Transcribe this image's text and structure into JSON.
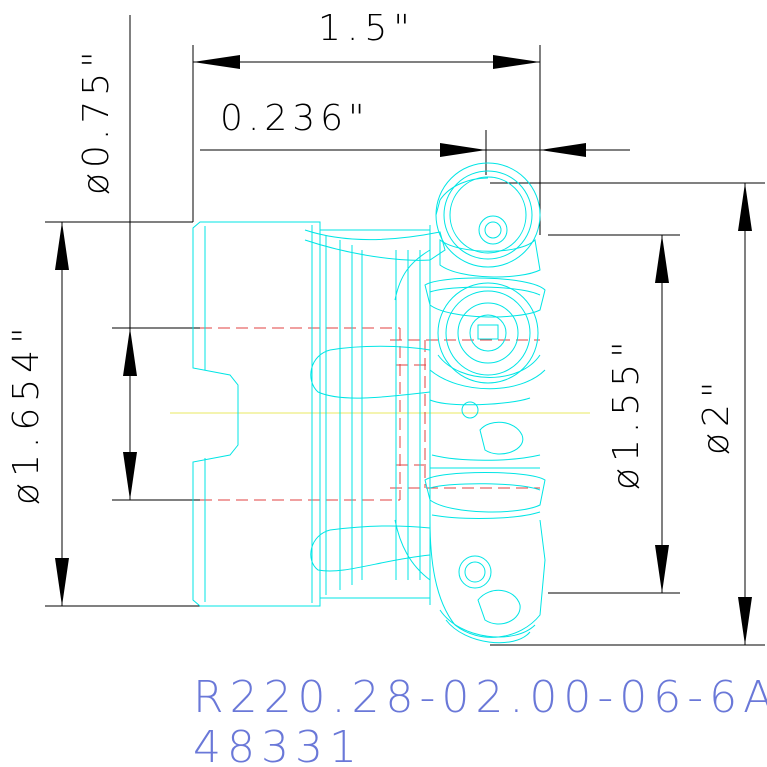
{
  "dimensions": {
    "length": "1.5\"",
    "offset": "0.236\"",
    "shank_diameter": "ø0.75\"",
    "body_diameter": "ø1.654\"",
    "inner_diameter": "ø1.55\"",
    "cutting_diameter": "ø2\""
  },
  "part": {
    "code": "R220.28-02.00-06-6A",
    "id": "48331"
  },
  "colors": {
    "outline": "#00e5e5",
    "dimension": "#000000",
    "hidden": "#e04040",
    "centerline": "#e8e860",
    "label": "#6a78d8"
  }
}
